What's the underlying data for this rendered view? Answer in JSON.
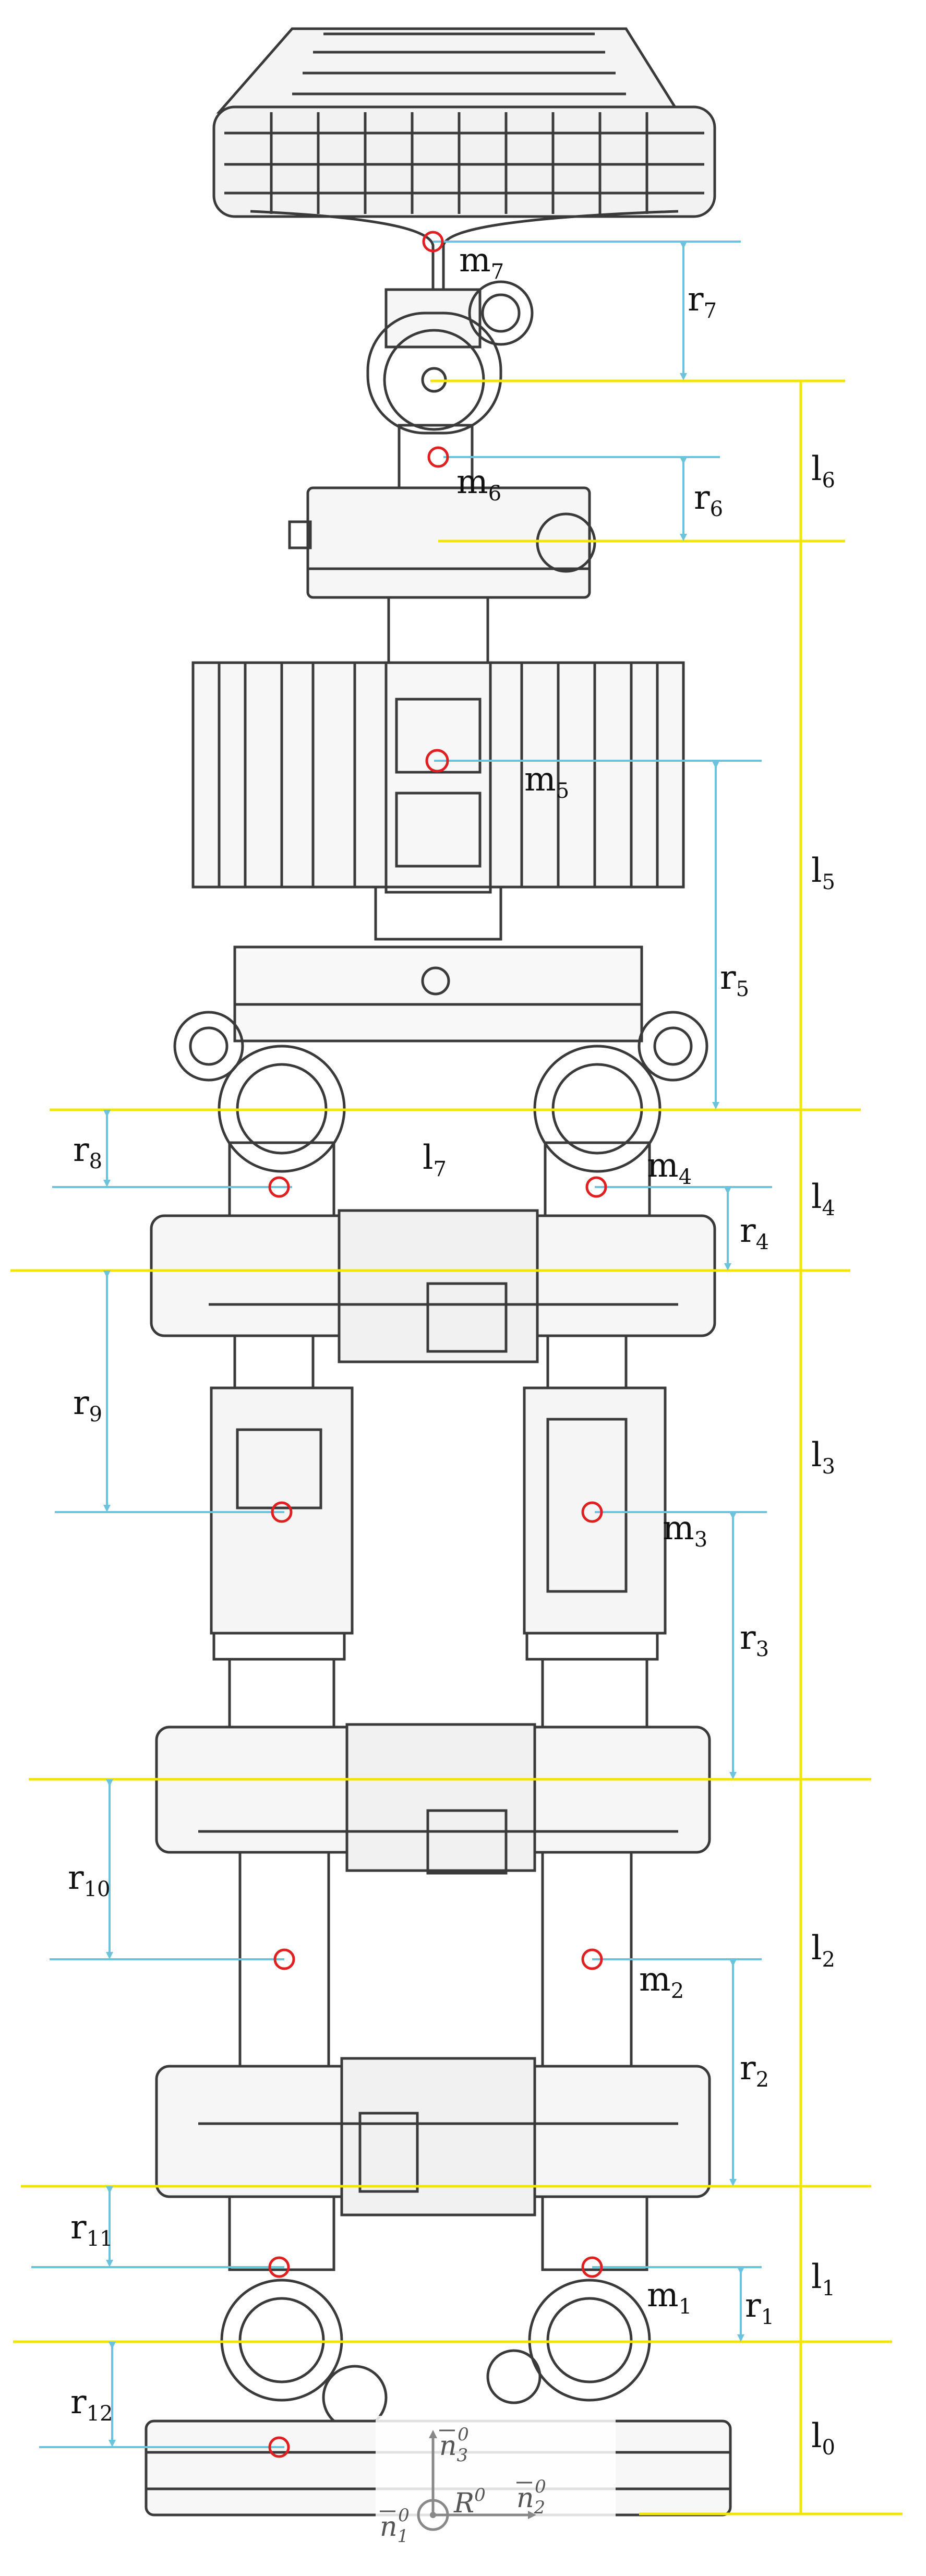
{
  "colors": {
    "link_line": "#f2e600",
    "offset_line": "#6cc3de",
    "com_marker": "#e02020",
    "drawing": "#3a3a3a",
    "labels": "#111111"
  },
  "link_labels": [
    {
      "id": "l6",
      "base": "l",
      "sub": "6"
    },
    {
      "id": "l5",
      "base": "l",
      "sub": "5"
    },
    {
      "id": "l4",
      "base": "l",
      "sub": "4"
    },
    {
      "id": "l3",
      "base": "l",
      "sub": "3"
    },
    {
      "id": "l2",
      "base": "l",
      "sub": "2"
    },
    {
      "id": "l1",
      "base": "l",
      "sub": "1"
    },
    {
      "id": "l0",
      "base": "l",
      "sub": "0"
    },
    {
      "id": "l7",
      "base": "l",
      "sub": "7"
    }
  ],
  "offset_labels": [
    {
      "id": "r7",
      "base": "r",
      "sub": "7"
    },
    {
      "id": "r6",
      "base": "r",
      "sub": "6"
    },
    {
      "id": "r5",
      "base": "r",
      "sub": "5"
    },
    {
      "id": "r4",
      "base": "r",
      "sub": "4"
    },
    {
      "id": "r3",
      "base": "r",
      "sub": "3"
    },
    {
      "id": "r2",
      "base": "r",
      "sub": "2"
    },
    {
      "id": "r1",
      "base": "r",
      "sub": "1"
    },
    {
      "id": "r8",
      "base": "r",
      "sub": "8"
    },
    {
      "id": "r9",
      "base": "r",
      "sub": "9"
    },
    {
      "id": "r10",
      "base": "r",
      "sub": "10"
    },
    {
      "id": "r11",
      "base": "r",
      "sub": "11"
    },
    {
      "id": "r12",
      "base": "r",
      "sub": "12"
    }
  ],
  "mass_labels": [
    {
      "id": "m7",
      "base": "m",
      "sub": "7"
    },
    {
      "id": "m6",
      "base": "m",
      "sub": "6"
    },
    {
      "id": "m5",
      "base": "m",
      "sub": "5"
    },
    {
      "id": "m4",
      "base": "m",
      "sub": "4"
    },
    {
      "id": "m3",
      "base": "m",
      "sub": "3"
    },
    {
      "id": "m2",
      "base": "m",
      "sub": "2"
    },
    {
      "id": "m1",
      "base": "m",
      "sub": "1"
    }
  ],
  "frame": {
    "origin": {
      "base": "R",
      "sup": "0"
    },
    "axes": [
      {
        "id": "n3",
        "base": "n",
        "sub": "3",
        "sup": "0"
      },
      {
        "id": "n2",
        "base": "n",
        "sub": "2",
        "sup": "0"
      },
      {
        "id": "n1",
        "base": "n",
        "sub": "1",
        "sup": "0"
      }
    ]
  }
}
